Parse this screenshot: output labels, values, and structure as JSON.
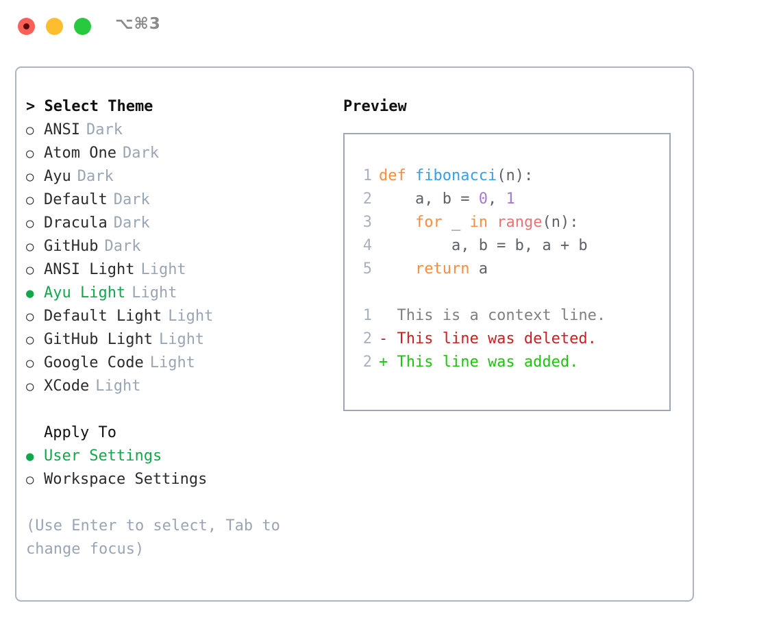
{
  "window": {
    "shortcut_label": "⌥⌘3",
    "traffic_lights": [
      {
        "name": "close",
        "color": "#FB6058"
      },
      {
        "name": "minimize",
        "color": "#FDBD2E"
      },
      {
        "name": "zoom",
        "color": "#28C93F"
      }
    ]
  },
  "theme_panel": {
    "heading": "> Select Theme",
    "items": [
      {
        "marker": "○",
        "label": "ANSI",
        "kind": "Dark",
        "selected": false
      },
      {
        "marker": "○",
        "label": "Atom One",
        "kind": "Dark",
        "selected": false
      },
      {
        "marker": "○",
        "label": "Ayu",
        "kind": "Dark",
        "selected": false
      },
      {
        "marker": "○",
        "label": "Default",
        "kind": "Dark",
        "selected": false
      },
      {
        "marker": "○",
        "label": "Dracula",
        "kind": "Dark",
        "selected": false
      },
      {
        "marker": "○",
        "label": "GitHub",
        "kind": "Dark",
        "selected": false
      },
      {
        "marker": "○",
        "label": "ANSI Light",
        "kind": "Light",
        "selected": false
      },
      {
        "marker": "●",
        "label": "Ayu Light",
        "kind": "Light",
        "selected": true
      },
      {
        "marker": "○",
        "label": "Default Light",
        "kind": "Light",
        "selected": false
      },
      {
        "marker": "○",
        "label": "GitHub Light",
        "kind": "Light",
        "selected": false
      },
      {
        "marker": "○",
        "label": "Google Code",
        "kind": "Light",
        "selected": false
      },
      {
        "marker": "○",
        "label": "XCode",
        "kind": "Light",
        "selected": false
      }
    ]
  },
  "apply_to": {
    "heading": "Apply To",
    "items": [
      {
        "marker": "●",
        "label": "User Settings",
        "selected": true
      },
      {
        "marker": "○",
        "label": "Workspace Settings",
        "selected": false
      }
    ]
  },
  "hint": "(Use Enter to select, Tab to change focus)",
  "preview": {
    "title": "Preview",
    "code_lines": [
      {
        "number": "1",
        "tokens": [
          {
            "text": "def ",
            "type": "kw"
          },
          {
            "text": "fibonacci",
            "type": "fn"
          },
          {
            "text": "(n):",
            "type": "plain"
          }
        ]
      },
      {
        "number": "2",
        "tokens": [
          {
            "text": "    a, b = ",
            "type": "plain"
          },
          {
            "text": "0",
            "type": "num"
          },
          {
            "text": ", ",
            "type": "plain"
          },
          {
            "text": "1",
            "type": "num"
          }
        ]
      },
      {
        "number": "3",
        "tokens": [
          {
            "text": "    for ",
            "type": "kw"
          },
          {
            "text": "_ ",
            "type": "plain"
          },
          {
            "text": "in ",
            "type": "kw"
          },
          {
            "text": "range",
            "type": "call"
          },
          {
            "text": "(n):",
            "type": "plain"
          }
        ]
      },
      {
        "number": "4",
        "tokens": [
          {
            "text": "        a, b = b, a + b",
            "type": "plain"
          }
        ]
      },
      {
        "number": "5",
        "tokens": [
          {
            "text": "    return ",
            "type": "kw"
          },
          {
            "text": "a",
            "type": "plain"
          }
        ]
      }
    ],
    "diff_lines": [
      {
        "number": "1",
        "text": "  This is a context line.",
        "type": "ctx"
      },
      {
        "number": "2",
        "text": "- This line was deleted.",
        "type": "del"
      },
      {
        "number": "2",
        "text": "+ This line was added.",
        "type": "add"
      }
    ]
  },
  "colors": {
    "accent_green": "#10A84A",
    "muted": "#9AA5B4",
    "border": "#AAB4C2",
    "preview_border": "#9BA7B8",
    "keyword": "#FA8D3E",
    "function": "#399EE6",
    "number": "#A37ACC",
    "builtin": "#F07171",
    "plain": "#5C6166",
    "line_number": "#A8B1BE",
    "diff_context": "#808080",
    "diff_deleted": "#C92121",
    "diff_added": "#1CC40E"
  }
}
